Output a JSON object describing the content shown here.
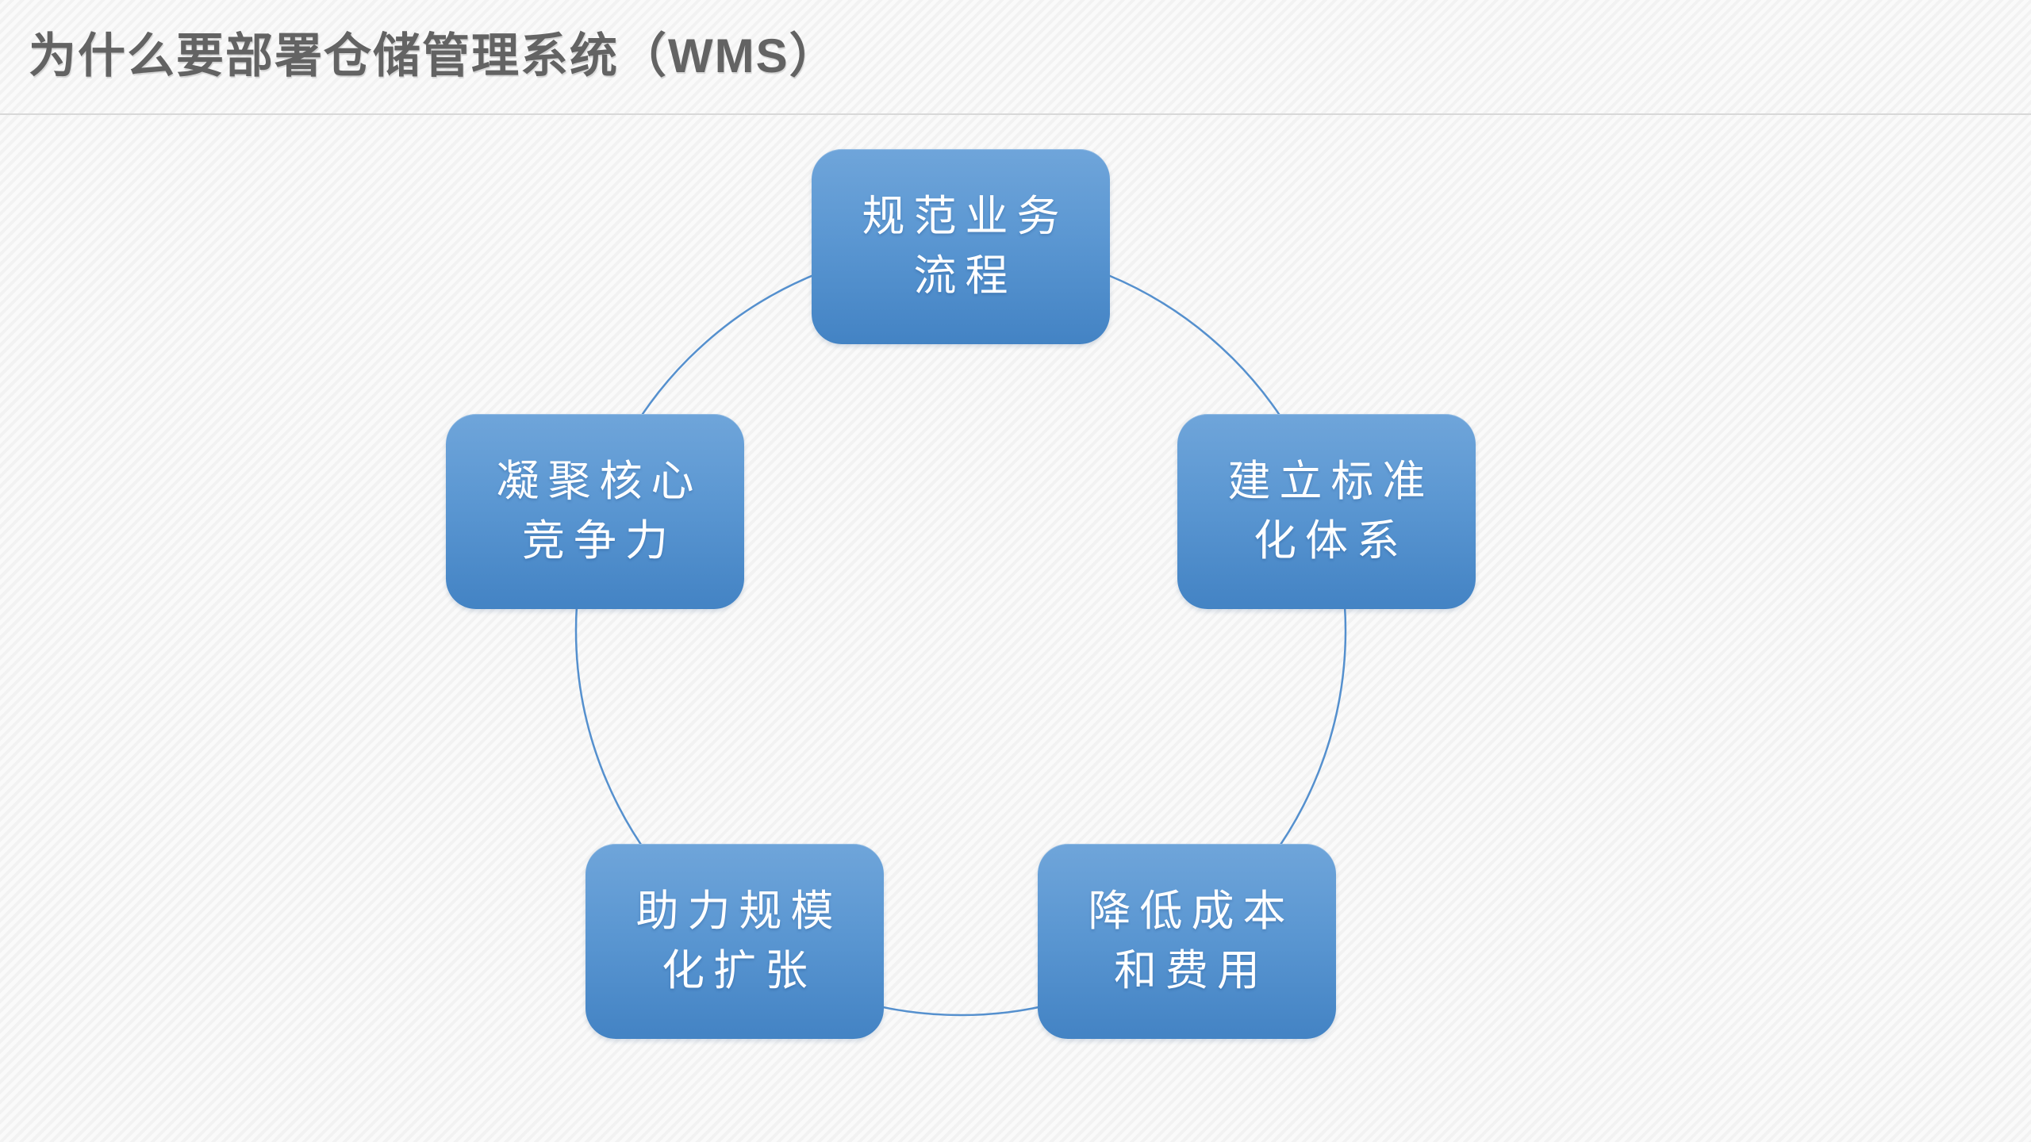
{
  "slide": {
    "title": "为什么要部署仓储管理系统（WMS）"
  },
  "diagram": {
    "type": "cycle",
    "nodes": [
      {
        "id": "top",
        "label": "规范业务流程",
        "line1": "规范业务",
        "line2": "流程"
      },
      {
        "id": "right",
        "label": "建立标准化体系",
        "line1": "建立标准",
        "line2": "化体系"
      },
      {
        "id": "bottom-right",
        "label": "降低成本和费用",
        "line1": "降低成本",
        "line2": "和费用"
      },
      {
        "id": "bottom-left",
        "label": "助力规模化扩张",
        "line1": "助力规模",
        "line2": "化扩张"
      },
      {
        "id": "left",
        "label": "凝聚核心竞争力",
        "line1": "凝聚核心",
        "line2": "竞争力"
      }
    ],
    "colors": {
      "node_gradient_top": "#6fa5da",
      "node_gradient_mid": "#5b97d2",
      "node_gradient_bottom": "#4383c4",
      "node_text": "#ffffff",
      "circle_stroke": "#5590ce",
      "title_color": "#636363",
      "divider_color": "#d8d8d8",
      "background": "#f5f5f5"
    }
  }
}
